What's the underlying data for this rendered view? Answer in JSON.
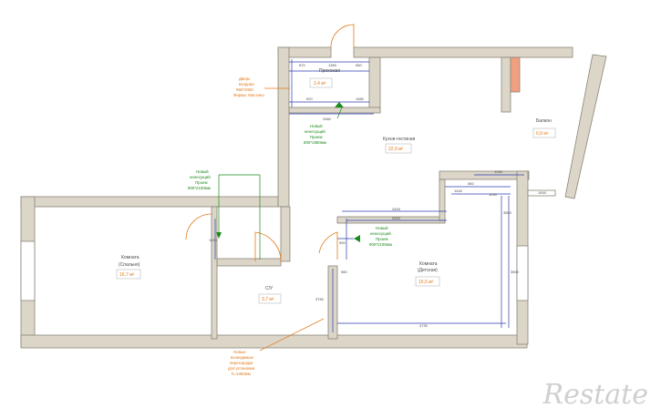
{
  "colors": {
    "wall": "#dcd6c8",
    "wall_stroke": "#8a8478",
    "dim_line": "#2b3bb0",
    "new_opening": "#1a8a1a",
    "note": "#e07a1a",
    "door": "#e07a1a"
  },
  "rooms": {
    "corridor": {
      "name": "Прихожая",
      "area": "2,4 м²"
    },
    "kitchen": {
      "name": "Кухня-гостиная",
      "area": "22,9 м²"
    },
    "balcony": {
      "name": "Балкон",
      "area": "6,9 м²"
    },
    "bedroom_left": {
      "name": "Комната",
      "name2": "(Спальня)",
      "area": "16,7 м²"
    },
    "bathroom": {
      "name": "С/У",
      "area": "3,7 м²"
    },
    "bedroom_right": {
      "name": "Комната",
      "name2": "(Детская)",
      "area": "15,5 м²"
    }
  },
  "notes": {
    "entry_door": [
      "Дверь",
      "входная",
      "960*2050",
      "Фирма: Мастино"
    ],
    "opening_top": [
      "Новый",
      "ненесущий",
      "Проем",
      "800*1950мм"
    ],
    "opening_left": [
      "Новый",
      "ненесущий",
      "Проем",
      "900*2100мм"
    ],
    "opening_right": [
      "Новый",
      "ненесущий",
      "Проем",
      "900*2100мм"
    ],
    "partition": [
      "Новые",
      "возводимые",
      "перегородки",
      "для установки",
      "h=1050мм"
    ]
  },
  "dims": {
    "d870": "870",
    "d1360": "1360",
    "d960": "960",
    "d920": "920",
    "d1580": "1580",
    "d2560": "2560",
    "d1390": "1390",
    "d1440": "1440",
    "d1290": "1290",
    "d1900": "1900",
    "d560": "560",
    "d2400": "2400",
    "d2500": "2500",
    "d3550": "3550",
    "d3500": "3500",
    "d3750": "3750",
    "d4730": "4730",
    "d2500b": "2500",
    "d1950": "1950",
    "d980": "980",
    "d900": "900",
    "d1100": "1100"
  },
  "watermark": "Restate"
}
